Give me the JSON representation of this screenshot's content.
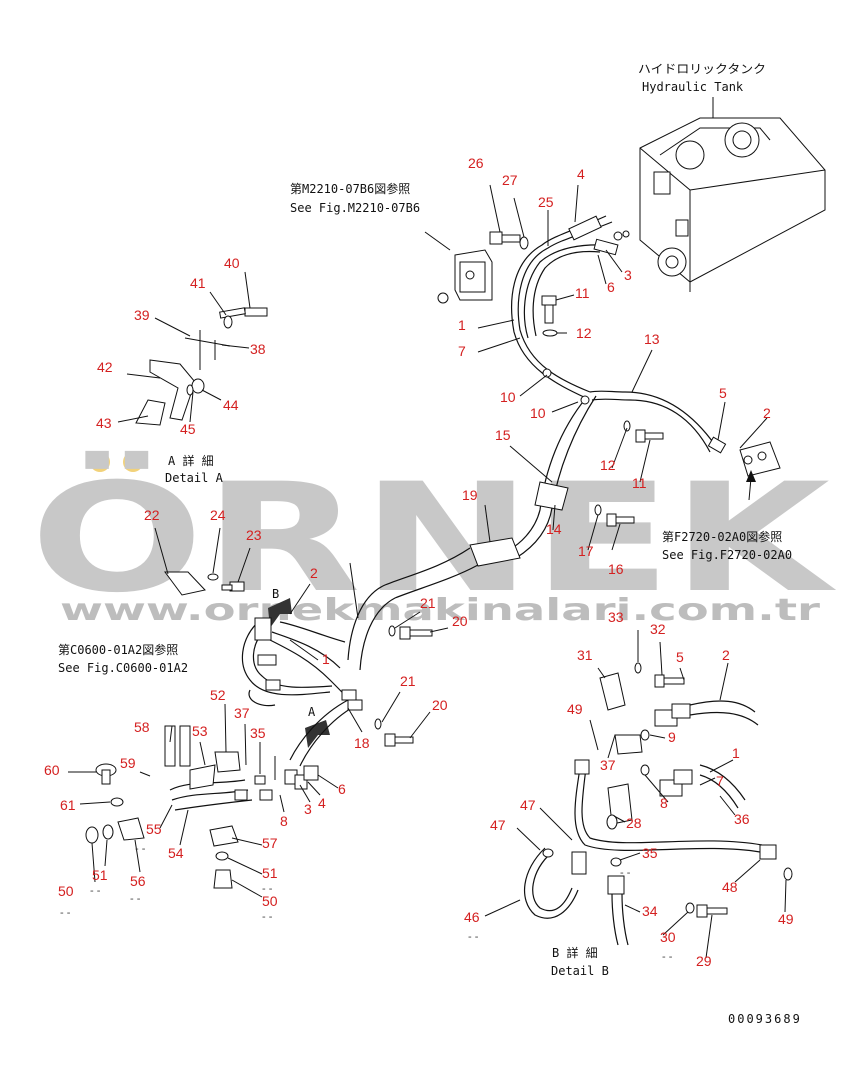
{
  "watermark": {
    "brand": "ÖRNEK",
    "url": "www.ornekmakinalari.com.tr",
    "dot_color": "#f2d27a"
  },
  "texts": {
    "tank_jp": "ハイドロリックタンク",
    "tank_en": "Hydraulic Tank",
    "ref1_jp": "第M2210-07B6図参照",
    "ref1_en": "See Fig.M2210-07B6",
    "ref2_jp": "第F2720-02A0図参照",
    "ref2_en": "See Fig.F2720-02A0",
    "ref3_jp": "第C0600-01A2図参照",
    "ref3_en": "See Fig.C0600-01A2",
    "detailA_jp": "A 詳 細",
    "detailA_en": "Detail A",
    "detailB_jp": "B 詳 細",
    "detailB_en": "Detail B",
    "view_a": "A",
    "view_b": "B",
    "drawing_no": "00093689"
  },
  "callouts": [
    {
      "id": "c26",
      "n": "26"
    },
    {
      "id": "c27",
      "n": "27"
    },
    {
      "id": "c4a",
      "n": "4"
    },
    {
      "id": "c25",
      "n": "25"
    },
    {
      "id": "c3a",
      "n": "3"
    },
    {
      "id": "c6a",
      "n": "6"
    },
    {
      "id": "c11a",
      "n": "11"
    },
    {
      "id": "c12a",
      "n": "12"
    },
    {
      "id": "c1a",
      "n": "1"
    },
    {
      "id": "c7a",
      "n": "7"
    },
    {
      "id": "c13",
      "n": "13"
    },
    {
      "id": "c10a",
      "n": "10"
    },
    {
      "id": "c10b",
      "n": "10"
    },
    {
      "id": "c5a",
      "n": "5"
    },
    {
      "id": "c2a",
      "n": "2"
    },
    {
      "id": "c15",
      "n": "15"
    },
    {
      "id": "c12b",
      "n": "12"
    },
    {
      "id": "c11b",
      "n": "11"
    },
    {
      "id": "c14",
      "n": "14"
    },
    {
      "id": "c17",
      "n": "17"
    },
    {
      "id": "c16",
      "n": "16"
    },
    {
      "id": "c19",
      "n": "19"
    },
    {
      "id": "c40",
      "n": "40"
    },
    {
      "id": "c41",
      "n": "41"
    },
    {
      "id": "c39",
      "n": "39"
    },
    {
      "id": "c38",
      "n": "38"
    },
    {
      "id": "c42",
      "n": "42"
    },
    {
      "id": "c44",
      "n": "44"
    },
    {
      "id": "c43",
      "n": "43"
    },
    {
      "id": "c45",
      "n": "45"
    },
    {
      "id": "c22",
      "n": "22"
    },
    {
      "id": "c24",
      "n": "24"
    },
    {
      "id": "c23",
      "n": "23"
    },
    {
      "id": "c2b",
      "n": "2"
    },
    {
      "id": "c1b",
      "n": "1"
    },
    {
      "id": "c21a",
      "n": "21"
    },
    {
      "id": "c20a",
      "n": "20"
    },
    {
      "id": "c21b",
      "n": "21"
    },
    {
      "id": "c20b",
      "n": "20"
    },
    {
      "id": "c18",
      "n": "18"
    },
    {
      "id": "c52",
      "n": "52"
    },
    {
      "id": "c37a",
      "n": "37"
    },
    {
      "id": "c35a",
      "n": "35"
    },
    {
      "id": "c58",
      "n": "58"
    },
    {
      "id": "c53",
      "n": "53"
    },
    {
      "id": "c60",
      "n": "60"
    },
    {
      "id": "c59",
      "n": "59"
    },
    {
      "id": "c61",
      "n": "61"
    },
    {
      "id": "c55",
      "n": "55"
    },
    {
      "id": "c54",
      "n": "54"
    },
    {
      "id": "c8a",
      "n": "8"
    },
    {
      "id": "c3b",
      "n": "3"
    },
    {
      "id": "c4b",
      "n": "4"
    },
    {
      "id": "c6b",
      "n": "6"
    },
    {
      "id": "c57",
      "n": "57"
    },
    {
      "id": "c56",
      "n": "56"
    },
    {
      "id": "c50a",
      "n": "50"
    },
    {
      "id": "c51a",
      "n": "51"
    },
    {
      "id": "c51b",
      "n": "51"
    },
    {
      "id": "c50b",
      "n": "50"
    },
    {
      "id": "c33",
      "n": "33"
    },
    {
      "id": "c32",
      "n": "32"
    },
    {
      "id": "c31",
      "n": "31"
    },
    {
      "id": "c5b",
      "n": "5"
    },
    {
      "id": "c2c",
      "n": "2"
    },
    {
      "id": "c49a",
      "n": "49"
    },
    {
      "id": "c37b",
      "n": "37"
    },
    {
      "id": "c9",
      "n": "9"
    },
    {
      "id": "c1c",
      "n": "1"
    },
    {
      "id": "c7b",
      "n": "7"
    },
    {
      "id": "c8b",
      "n": "8"
    },
    {
      "id": "c36",
      "n": "36"
    },
    {
      "id": "c47a",
      "n": "47"
    },
    {
      "id": "c47b",
      "n": "47"
    },
    {
      "id": "c28",
      "n": "28"
    },
    {
      "id": "c35b",
      "n": "35"
    },
    {
      "id": "c48",
      "n": "48"
    },
    {
      "id": "c49b",
      "n": "49"
    },
    {
      "id": "c46",
      "n": "46"
    },
    {
      "id": "c34",
      "n": "34"
    },
    {
      "id": "c30",
      "n": "30"
    },
    {
      "id": "c29",
      "n": "29"
    }
  ]
}
